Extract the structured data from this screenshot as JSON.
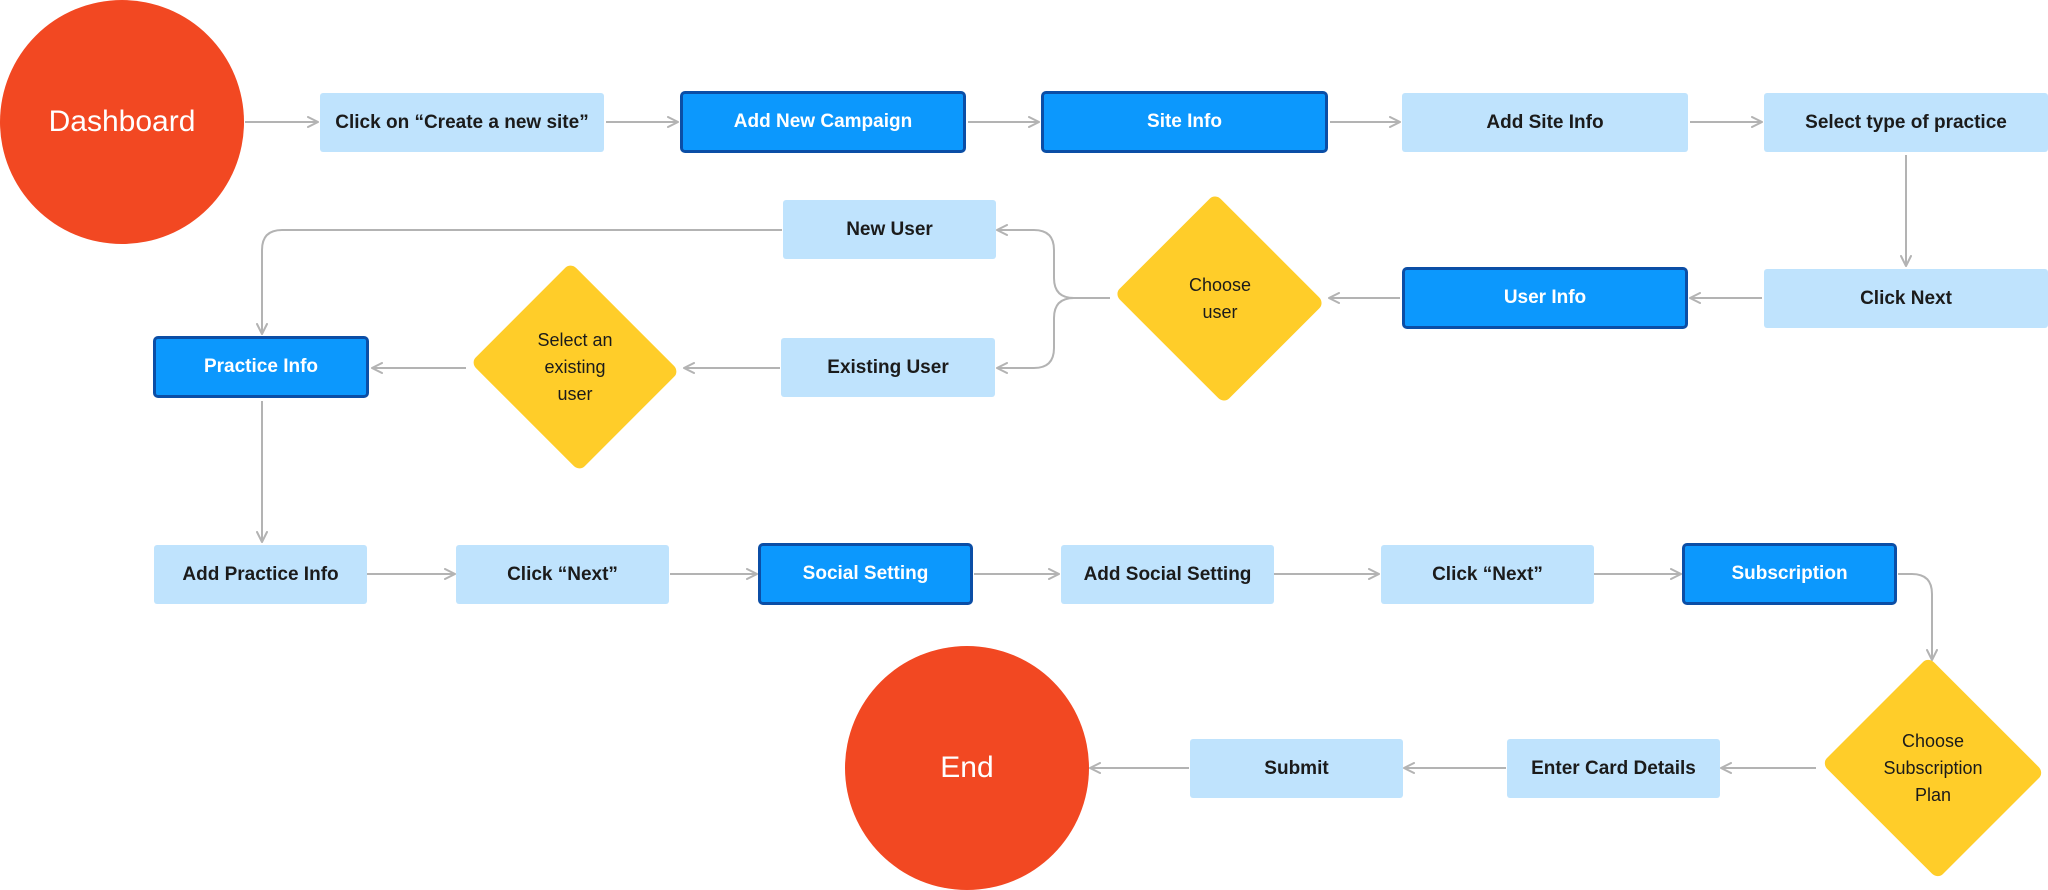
{
  "diagram": {
    "colors": {
      "terminal": "#f24822",
      "step_light": "#bfe3fd",
      "step_dark": "#0c98fd",
      "step_dark_border": "#0b4ea6",
      "decision": "#ffcd29",
      "connector": "#b3b3b3"
    },
    "nodes": {
      "dashboard": "Dashboard",
      "create_site": "Click on “Create a new site”",
      "add_campaign": "Add New Campaign",
      "site_info": "Site Info",
      "add_site_info": "Add Site Info",
      "select_practice_type": "Select type of practice",
      "click_next_1": "Click Next",
      "user_info": "User Info",
      "choose_user": "Choose user",
      "new_user": "New User",
      "existing_user": "Existing User",
      "select_existing_user": "Select an existing user",
      "practice_info": "Practice Info",
      "add_practice_info": "Add Practice Info",
      "click_next_2": "Click “Next”",
      "social_setting": "Social Setting",
      "add_social_setting": "Add Social Setting",
      "click_next_3": "Click “Next”",
      "subscription": "Subscription",
      "choose_subscription_plan": "Choose Subscription Plan",
      "enter_card_details": "Enter Card Details",
      "submit": "Submit",
      "end": "End"
    }
  }
}
